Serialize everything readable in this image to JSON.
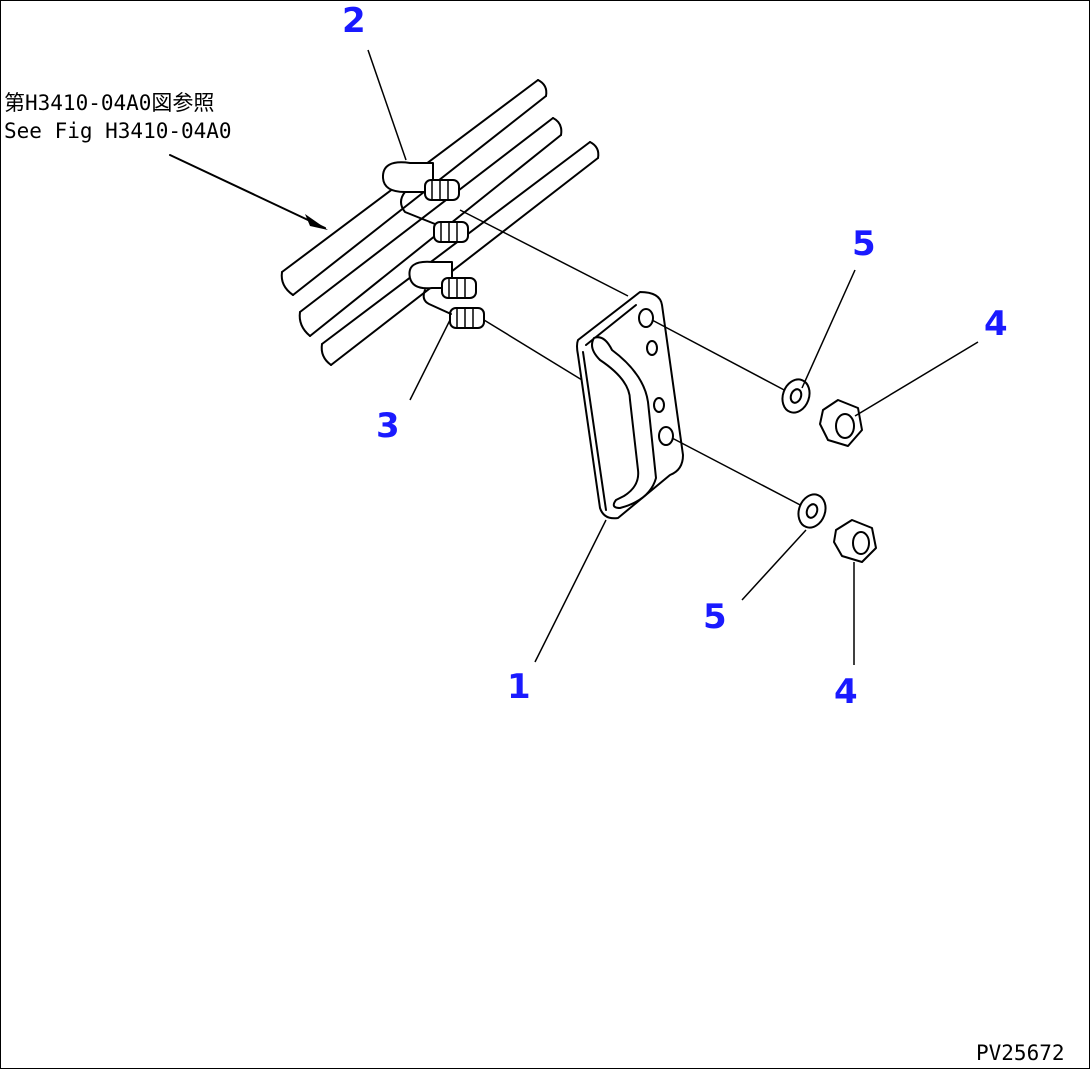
{
  "reference_note": {
    "line1": "第H3410-04A0図参照",
    "line2": "See Fig H3410-04A0"
  },
  "callouts": {
    "c1": "1",
    "c2": "2",
    "c3": "3",
    "c4a": "4",
    "c4b": "4",
    "c5a": "5",
    "c5b": "5"
  },
  "figure_id": "PV25672",
  "colors": {
    "callout": "#1a1aff",
    "line": "#000000",
    "background": "#ffffff"
  }
}
